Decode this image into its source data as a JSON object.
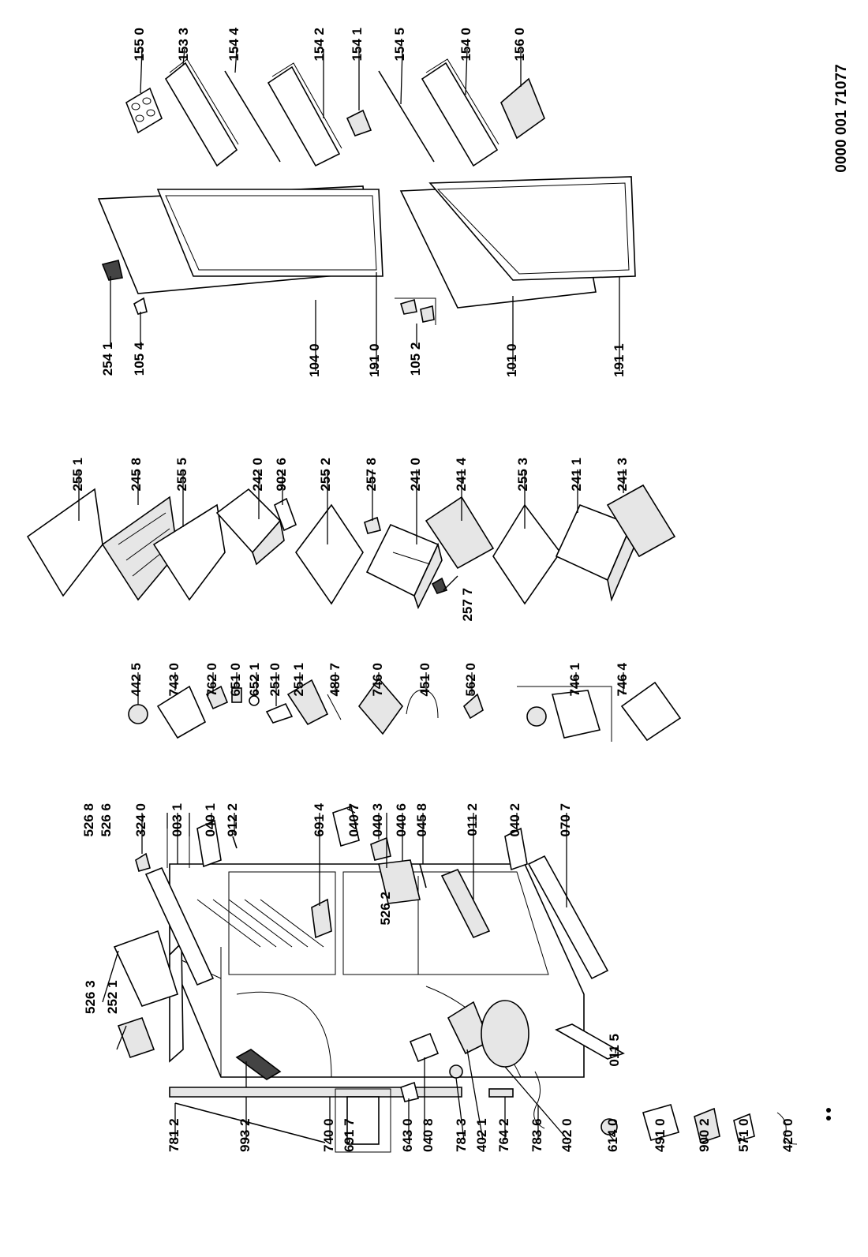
{
  "document_number": "0000 001 71077",
  "callouts": {
    "top": [
      "155 0",
      "153 3",
      "154 4",
      "154 2",
      "154 1",
      "154 5",
      "154 0",
      "156 0"
    ],
    "doors": [
      "254 1",
      "105 4",
      "104 0",
      "191 0",
      "105 2",
      "101 0",
      "191 1"
    ],
    "shelves": [
      "255 1",
      "245 8",
      "255 5",
      "242 0",
      "902 6",
      "255 2",
      "257 8",
      "241 0",
      "241 4",
      "255 3",
      "241 1",
      "241 3",
      "257 7"
    ],
    "electrical": [
      "442 5",
      "743 0",
      "762 0",
      "651 0",
      "652 1",
      "251 0",
      "251 1",
      "480 7",
      "746 0",
      "451 0",
      "562 0",
      "746 1",
      "746 4"
    ],
    "cabinet_right": [
      "324 0",
      "003 1",
      "040 1",
      "912 2",
      "691 4",
      "040 7",
      "040 3",
      "040 6",
      "045 8",
      "011 2",
      "040 2",
      "070 7"
    ],
    "cabinet_top": [
      "526 8",
      "526 6",
      "526 3",
      "252 1",
      "526 2"
    ],
    "cabinet_left": [
      "781 2",
      "993 2",
      "740 0",
      "691 7",
      "643 0",
      "040 8",
      "781 3",
      "402 1",
      "764 2",
      "783 6",
      "402 0",
      "011 5"
    ],
    "loose_parts": [
      "614 0",
      "491 0",
      "900 2",
      "571 0",
      "420 0"
    ]
  }
}
